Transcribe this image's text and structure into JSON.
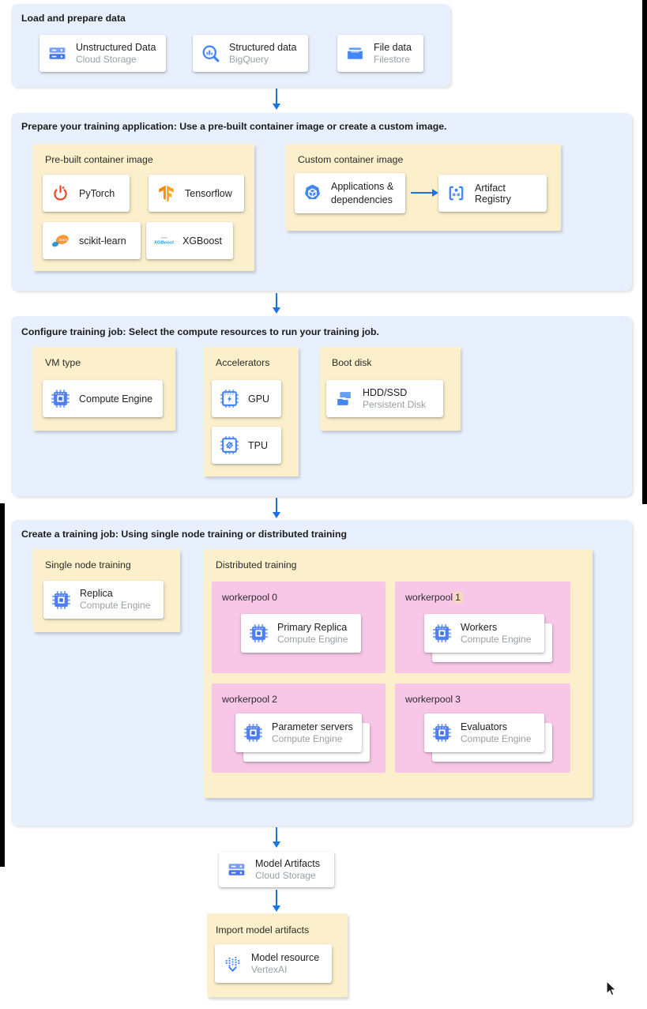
{
  "colors": {
    "panel_blue": "#e8f0fe",
    "box_yellow": "#fbf0cb",
    "box_pink": "#f8c7e8",
    "arrow_blue": "#1a73e8",
    "number_highlight": "#f3d9bd",
    "subtitle_gray": "#9aa0a6"
  },
  "sections": {
    "load": {
      "title": "Load and prepare data",
      "cards": [
        {
          "title": "Unstructured Data",
          "subtitle": "Cloud Storage",
          "icon": "cloud-storage-icon"
        },
        {
          "title": "Structured data",
          "subtitle": "BigQuery",
          "icon": "bigquery-icon"
        },
        {
          "title": "File data",
          "subtitle": "Filestore",
          "icon": "filestore-icon"
        }
      ]
    },
    "prepare": {
      "title": "Prepare your training application: Use a pre-built container image or create a custom image.",
      "prebuilt": {
        "label": "Pre-built container image",
        "cards": [
          {
            "title": "PyTorch",
            "icon": "pytorch-icon"
          },
          {
            "title": "Tensorflow",
            "icon": "tensorflow-icon"
          },
          {
            "title": "scikit-learn",
            "icon": "scikit-learn-icon"
          },
          {
            "title": "XGBoost",
            "icon": "xgboost-icon"
          }
        ]
      },
      "custom": {
        "label": "Custom container image",
        "source_card": {
          "title": "Applications & dependencies",
          "icon": "applications-icon"
        },
        "target_card": {
          "title": "Artifact Registry",
          "icon": "artifact-registry-icon"
        }
      }
    },
    "configure": {
      "title": "Configure training job: Select the compute resources to run your training job.",
      "vm_type": {
        "label": "VM type",
        "card": {
          "title": "Compute Engine",
          "icon": "compute-engine-icon"
        }
      },
      "accelerators": {
        "label": "Accelerators",
        "cards": [
          {
            "title": "GPU",
            "icon": "gpu-icon"
          },
          {
            "title": "TPU",
            "icon": "tpu-icon"
          }
        ]
      },
      "boot_disk": {
        "label": "Boot disk",
        "card": {
          "title": "HDD/SSD",
          "subtitle": "Persistent Disk",
          "icon": "persistent-disk-icon"
        }
      }
    },
    "create": {
      "title": "Create a training job: Using single node training or distributed training",
      "single_node": {
        "label": "Single node training",
        "card": {
          "title": "Replica",
          "subtitle": "Compute Engine",
          "icon": "compute-engine-icon"
        }
      },
      "distributed": {
        "label": "Distributed training",
        "workerpools": [
          {
            "name": "workerpool",
            "number": "0",
            "card": {
              "title": "Primary Replica",
              "subtitle": "Compute Engine",
              "icon": "compute-engine-icon"
            }
          },
          {
            "name": "workerpool",
            "number": "1",
            "card": {
              "title": "Workers",
              "subtitle": "Compute Engine",
              "icon": "compute-engine-icon"
            }
          },
          {
            "name": "workerpool",
            "number": "2",
            "card": {
              "title": "Parameter servers",
              "subtitle": "Compute Engine",
              "icon": "compute-engine-icon"
            }
          },
          {
            "name": "workerpool",
            "number": "3",
            "card": {
              "title": "Evaluators",
              "subtitle": "Compute Engine",
              "icon": "compute-engine-icon"
            }
          }
        ]
      }
    },
    "model_artifacts": {
      "title": "Model Artifacts",
      "subtitle": "Cloud Storage",
      "icon": "cloud-storage-icon"
    },
    "import_model": {
      "label": "Import model artifacts",
      "card": {
        "title": "Model resource",
        "subtitle": "VertexAI",
        "icon": "vertex-ai-icon"
      }
    }
  }
}
